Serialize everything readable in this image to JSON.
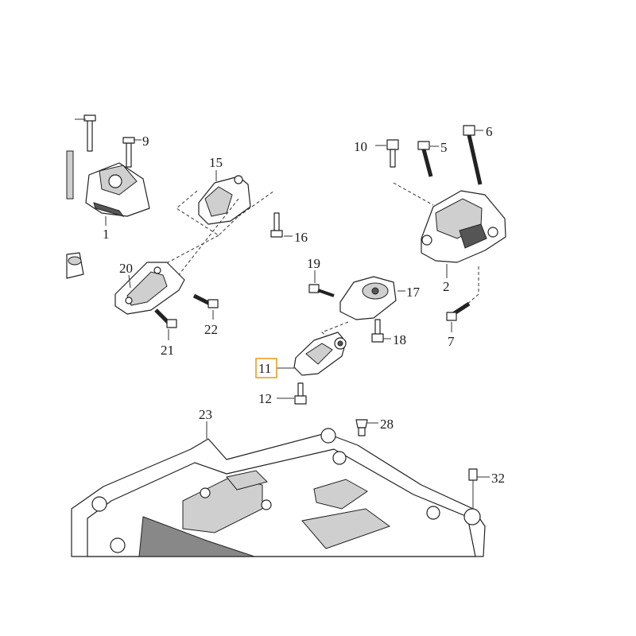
{
  "callouts": {
    "c1": "1",
    "c2": "2",
    "c5": "5",
    "c6": "6",
    "c7": "7",
    "c9": "9",
    "c10": "10",
    "c11": "11",
    "c12": "12",
    "c15": "15",
    "c16": "16",
    "c17": "17",
    "c18": "18",
    "c19": "19",
    "c20": "20",
    "c21": "21",
    "c22": "22",
    "c23": "23",
    "c28": "28",
    "c32": "32"
  },
  "highlight": {
    "selected_callout": "11",
    "color": "#e8a020"
  }
}
